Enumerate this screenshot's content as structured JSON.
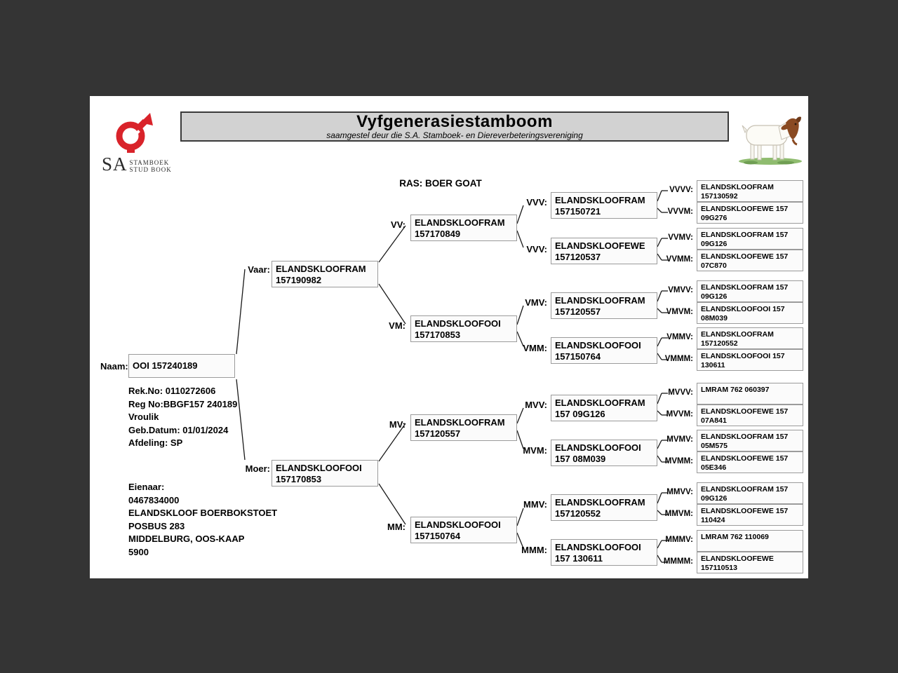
{
  "page": {
    "title": "Vyfgenerasiestamboom",
    "subtitle": "saamgestel deur die S.A. Stamboek- en Diereverbeteringsvereniging",
    "breed_line": "RAS: BOER GOAT"
  },
  "brand": {
    "sa": "SA",
    "line1": "STAMBOEK",
    "line2": "STUD BOOK"
  },
  "colors": {
    "logo_red": "#d9232a",
    "header_bg": "#d2d2d2"
  },
  "subject": {
    "naam_label": "Naam:",
    "name": "OOI 157240189",
    "details": [
      "Rek.No: 0110272606",
      "Reg No:BBGF157 240189",
      "Vroulik",
      "Geb.Datum: 01/01/2024",
      "Afdeling: SP"
    ],
    "owner": [
      "Eienaar:",
      "0467834000",
      "ELANDSKLOOF BOERBOKSTOET",
      "POSBUS 283",
      "MIDDELBURG, OOS-KAAP",
      "5900"
    ]
  },
  "tree": {
    "nodes": [
      {
        "id": "vaar",
        "label": "Vaar:",
        "line1": "ELANDSKLOOFRAM",
        "line2": "157190982"
      },
      {
        "id": "moer",
        "label": "Moer:",
        "line1": "ELANDSKLOOFOOI",
        "line2": "157170853"
      },
      {
        "id": "vv",
        "label": "VV:",
        "line1": "ELANDSKLOOFRAM",
        "line2": "157170849"
      },
      {
        "id": "vm",
        "label": "VM:",
        "line1": "ELANDSKLOOFOOI",
        "line2": "157170853"
      },
      {
        "id": "mv",
        "label": "MV:",
        "line1": "ELANDSKLOOFRAM",
        "line2": "157120557"
      },
      {
        "id": "mm",
        "label": "MM:",
        "line1": "ELANDSKLOOFOOI",
        "line2": "157150764"
      },
      {
        "id": "vvv",
        "label": "VVV:",
        "line1": "ELANDSKLOOFRAM",
        "line2": "157150721"
      },
      {
        "id": "vvm",
        "label": "VVV:",
        "line1": "ELANDSKLOOFEWE",
        "line2": "157120537"
      },
      {
        "id": "vmv",
        "label": "VMV:",
        "line1": "ELANDSKLOOFRAM",
        "line2": "157120557"
      },
      {
        "id": "vmm",
        "label": "VMM:",
        "line1": "ELANDSKLOOFOOI",
        "line2": "157150764"
      },
      {
        "id": "mvv",
        "label": "MVV:",
        "line1": "ELANDSKLOOFRAM",
        "line2": "157 09G126"
      },
      {
        "id": "mvm",
        "label": "MVM:",
        "line1": "ELANDSKLOOFOOI",
        "line2": "157 08M039"
      },
      {
        "id": "mmv",
        "label": "MMV:",
        "line1": "ELANDSKLOOFRAM",
        "line2": "157120552"
      },
      {
        "id": "mmm",
        "label": "MMM:",
        "line1": "ELANDSKLOOFOOI",
        "line2": "157 130611"
      },
      {
        "id": "vvvv",
        "label": "VVVV:",
        "line1": "ELANDSKLOOFRAM",
        "line2": "157130592"
      },
      {
        "id": "vvvm",
        "label": "VVVM:",
        "line1": "ELANDSKLOOFEWE 157",
        "line2": "09G276"
      },
      {
        "id": "vvmv",
        "label": "VVMV:",
        "line1": "ELANDSKLOOFRAM 157",
        "line2": "09G126"
      },
      {
        "id": "vvmm",
        "label": "VVMM:",
        "line1": "ELANDSKLOOFEWE 157",
        "line2": "07C870"
      },
      {
        "id": "vmvv",
        "label": "VMVV:",
        "line1": "ELANDSKLOOFRAM 157",
        "line2": "09G126"
      },
      {
        "id": "vmvm",
        "label": "VMVM:",
        "line1": "ELANDSKLOOFOOI 157",
        "line2": "08M039"
      },
      {
        "id": "vmmv",
        "label": "VMMV:",
        "line1": "ELANDSKLOOFRAM",
        "line2": "157120552"
      },
      {
        "id": "vmmm",
        "label": "VMMM:",
        "line1": "ELANDSKLOOFOOI 157",
        "line2": "130611"
      },
      {
        "id": "mvvv",
        "label": "MVVV:",
        "line1": "LMRAM 762 060397",
        "line2": ""
      },
      {
        "id": "mvvm",
        "label": "MVVM:",
        "line1": "ELANDSKLOOFEWE 157",
        "line2": "07A841"
      },
      {
        "id": "mvmv",
        "label": "MVMV:",
        "line1": "ELANDSKLOOFRAM 157",
        "line2": "05M575"
      },
      {
        "id": "mvmm",
        "label": "MVMM:",
        "line1": "ELANDSKLOOFEWE 157",
        "line2": "05E346"
      },
      {
        "id": "mmvv",
        "label": "MMVV:",
        "line1": "ELANDSKLOOFRAM 157",
        "line2": "09G126"
      },
      {
        "id": "mmvm",
        "label": "MMVM:",
        "line1": "ELANDSKLOOFEWE 157",
        "line2": "110424"
      },
      {
        "id": "mmmv",
        "label": "MMMV:",
        "line1": "LMRAM 762 110069",
        "line2": ""
      },
      {
        "id": "mmmm",
        "label": "MMMM:",
        "line1": "ELANDSKLOOFEWE",
        "line2": "157110513"
      }
    ]
  }
}
